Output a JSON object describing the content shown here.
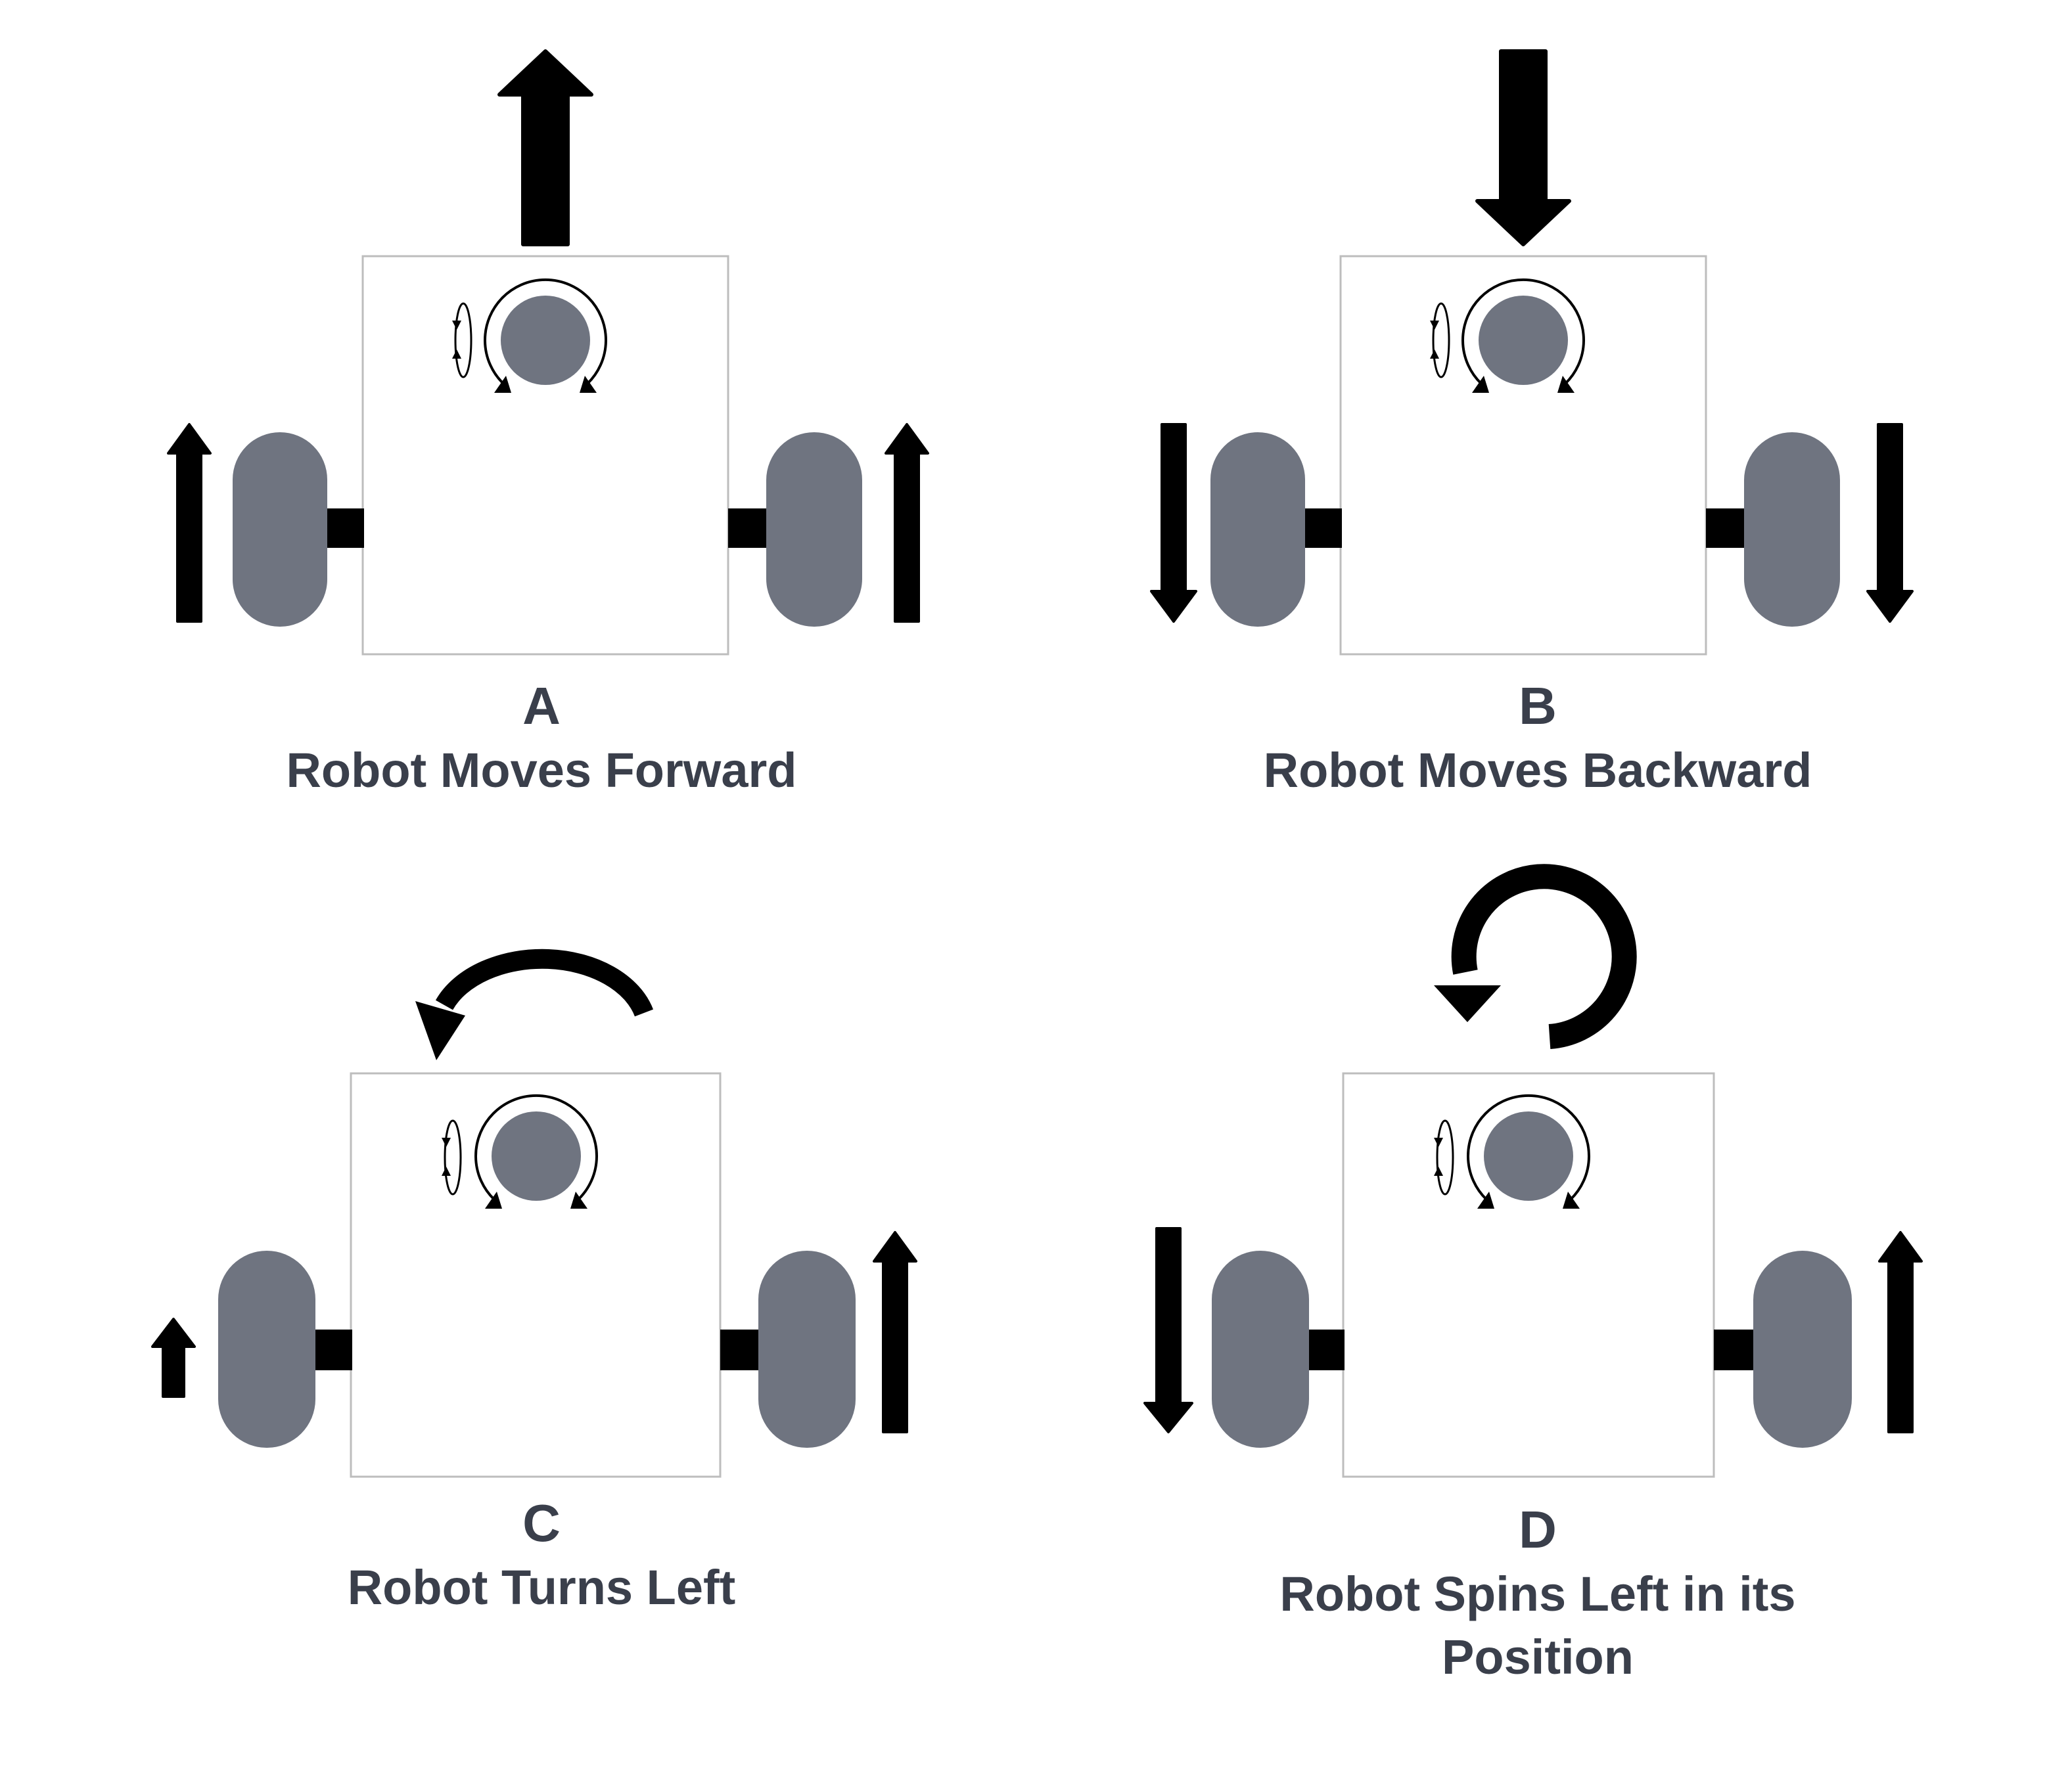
{
  "colors": {
    "wheel": "#6f7480",
    "caster": "#6f7480",
    "arrow": "#000000",
    "chassis_stroke": "#bdbdbd",
    "text": "#3a3f4b"
  },
  "panels": [
    {
      "letter": "A",
      "caption": [
        "Robot Moves Forward"
      ],
      "body_arrow": "up-straight",
      "left_wheel": {
        "direction": "forward",
        "speed": "full"
      },
      "right_wheel": {
        "direction": "forward",
        "speed": "full"
      }
    },
    {
      "letter": "B",
      "caption": [
        "Robot Moves Backward"
      ],
      "body_arrow": "down-straight",
      "left_wheel": {
        "direction": "backward",
        "speed": "full"
      },
      "right_wheel": {
        "direction": "backward",
        "speed": "full"
      }
    },
    {
      "letter": "C",
      "caption": [
        "Robot Turns Left"
      ],
      "body_arrow": "arc-left",
      "left_wheel": {
        "direction": "forward",
        "speed": "slow"
      },
      "right_wheel": {
        "direction": "forward",
        "speed": "full"
      }
    },
    {
      "letter": "D",
      "caption": [
        "Robot Spins Left in its",
        "Position"
      ],
      "body_arrow": "spin-counterclockwise",
      "left_wheel": {
        "direction": "backward",
        "speed": "full"
      },
      "right_wheel": {
        "direction": "forward",
        "speed": "full"
      }
    }
  ]
}
